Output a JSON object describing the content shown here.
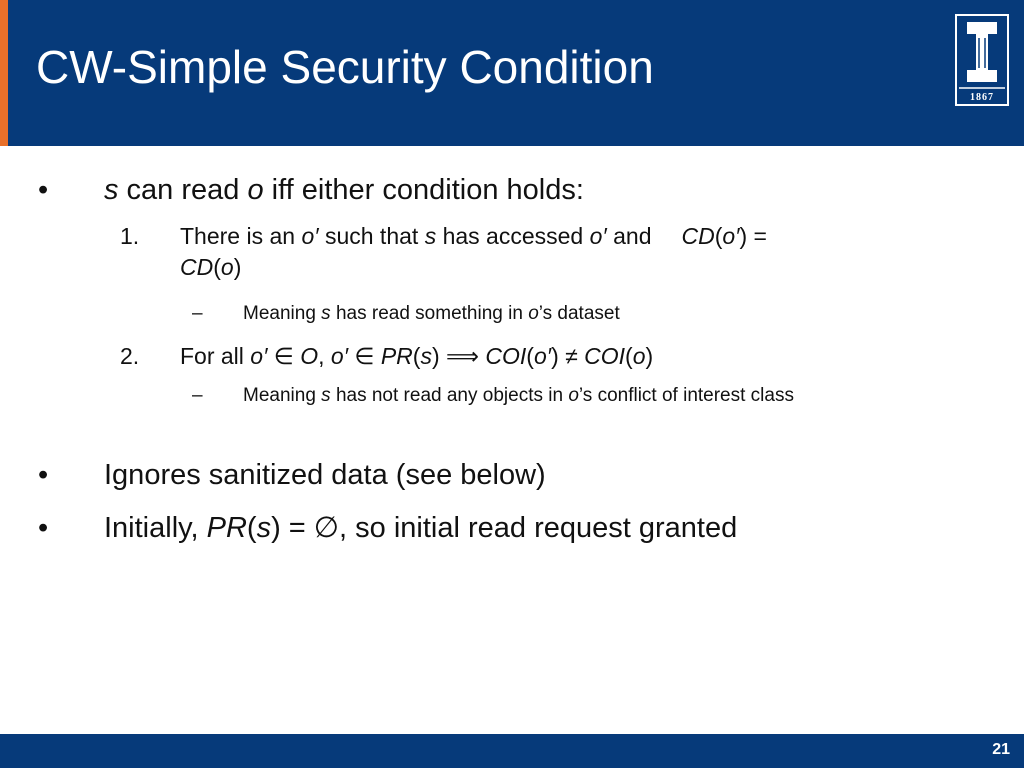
{
  "header": {
    "title": "CW-Simple Security Condition",
    "logo_year": "1867"
  },
  "bullets": {
    "b1": {
      "marker": "•",
      "s": "s",
      "mid": " can read ",
      "o": "o",
      "end": " iff either condition holds:"
    },
    "item1": {
      "num": "1.",
      "t1": "There is an ",
      "o1": "o′",
      "t2": " such that ",
      "s": "s",
      "t3": " has accessed ",
      "o2": "o′",
      "t4": " and",
      "cd1": "CD",
      "t5": "(",
      "o3": "o′",
      "t6": ") =",
      "cd2": "CD",
      "t7": "(",
      "o4": "o",
      "t8": ")",
      "sub": {
        "marker": "–",
        "t1": "Meaning ",
        "s": "s",
        "t2": " has read something in ",
        "o": "o",
        "t3": "’s dataset"
      }
    },
    "item2": {
      "num": "2.",
      "t1": "For all ",
      "o1": "o′",
      "t2": " ∈ ",
      "O": "O",
      "t3": ", ",
      "o2": "o′",
      "t4": " ∈ ",
      "pr": "PR",
      "t5": "(",
      "s": "s",
      "t6": ") ⟹ ",
      "coi1": "COI",
      "t7": "(",
      "o3": "o′",
      "t8": ") ≠ ",
      "coi2": "COI",
      "t9": "(",
      "o4": "o",
      "t10": ")",
      "sub": {
        "marker": "–",
        "t1": "Meaning ",
        "s": "s",
        "t2": " has not read any objects in ",
        "o": "o",
        "t3": "’s conflict of interest class"
      }
    },
    "b2": {
      "marker": "•",
      "text": "Ignores sanitized data (see below)"
    },
    "b3": {
      "marker": "•",
      "t1": "Initially, ",
      "pr": "PR",
      "t2": "(",
      "s": "s",
      "t3": ") = ∅, so initial read request granted"
    }
  },
  "footer": {
    "page_number": "21"
  },
  "colors": {
    "header_bg": "#063a7a",
    "accent": "#e8702a",
    "footer_bg": "#063a7a"
  }
}
